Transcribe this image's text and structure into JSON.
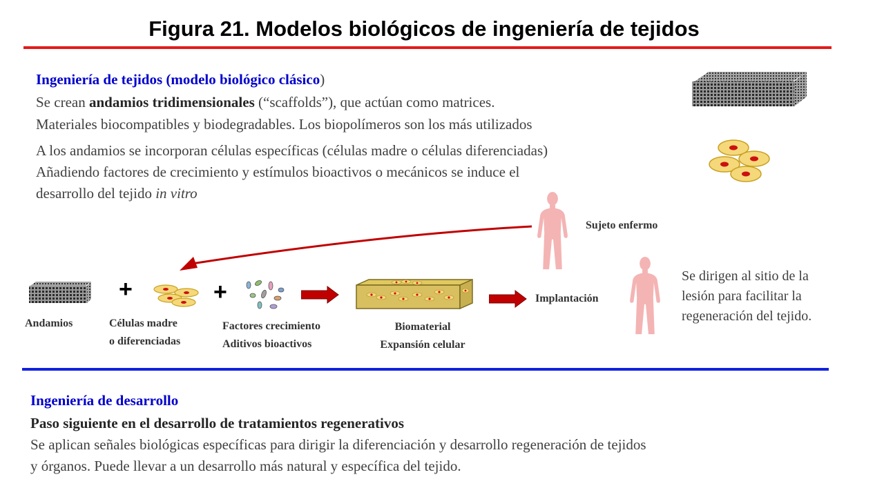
{
  "title": "Figura 21. Modelos biológicos de ingeniería de tejidos",
  "colors": {
    "top_rule": "#e31b1b",
    "mid_rule": "#1122dd",
    "heading": "#0000cc",
    "arrow": "#c00000",
    "body_fill": "#f4b4b4"
  },
  "classic": {
    "heading_main": "Ingeniería de tejidos (modelo biológico clásico",
    "heading_paren": ")",
    "line1_pre": "Se crean ",
    "line1_bold": "andamios tridimensionales",
    "line1_post": " (“scaffolds”), que actúan como matrices.",
    "line2": "Materiales biocompatibles y biodegradables. Los biopolímeros son los más utilizados",
    "line3": "A los andamios se incorporan células específicas (células madre o células diferenciadas)",
    "line4": "Añadiendo factores de crecimiento y estímulos bioactivos o mecánicos se induce el",
    "line5_pre": "desarrollo del tejido ",
    "line5_italic": "in vitro"
  },
  "flow": {
    "andamios": "Andamios",
    "plus": "+",
    "cells_line1": "Células madre",
    "cells_line2": "o diferenciadas",
    "factors_line1": "Factores crecimiento",
    "factors_line2": "Aditivos bioactivos",
    "biomaterial_line1": "Biomaterial",
    "biomaterial_line2": "Expansión celular",
    "implantacion": "Implantación",
    "sujeto": "Sujeto enfermo",
    "side_line1": "Se dirigen al sitio de la",
    "side_line2": "lesión para facilitar la",
    "side_line3": "regeneración del tejido."
  },
  "development": {
    "heading": "Ingeniería de desarrollo",
    "subheading": "Paso siguiente en el desarrollo de tratamientos regenerativos",
    "line1": "Se aplican señales biológicas específicas para dirigir la diferenciación y desarrollo regeneración de tejidos",
    "line2": "y órganos. Puede llevar a un desarrollo más natural y específica del tejido."
  }
}
